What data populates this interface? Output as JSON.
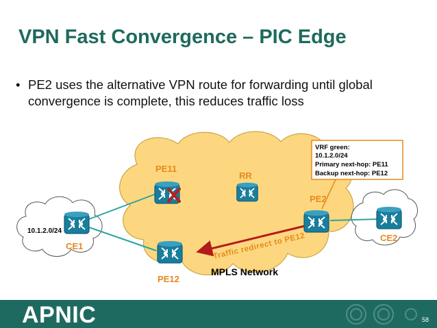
{
  "slide": {
    "title": "VPN Fast Convergence – PIC Edge",
    "bullets": [
      "PE2 uses the alternative VPN route for forwarding until global convergence is complete, this reduces traffic loss"
    ],
    "bullet_marker": "•"
  },
  "diagram": {
    "nodes": {
      "pe11": "PE11",
      "pe12": "PE12",
      "rr": "RR",
      "pe2": "PE2",
      "ce1": "CE1",
      "ce2": "CE2"
    },
    "prefix_label": "10.1.2.0/24",
    "cloud_label": "MPLS Network",
    "traffic_label": "Traffic redirect to PE12",
    "vrf_box": [
      "VRF green:",
      "10.1.2.0/24",
      "Primary next-hop: PE11",
      "Backup next-hop: PE12"
    ]
  },
  "colors": {
    "title": "#1e6a5d",
    "node_label": "#e6881e",
    "mpls_cloud_fill": "#fdd77f",
    "router": "#1a7d9c",
    "link": "#2aa3a0",
    "failure_x": "#b22222",
    "redirect_arrow": "#b31b1b",
    "footer": "#1f6a60"
  },
  "footer": {
    "logo": "APNIC",
    "page_number": "58"
  }
}
